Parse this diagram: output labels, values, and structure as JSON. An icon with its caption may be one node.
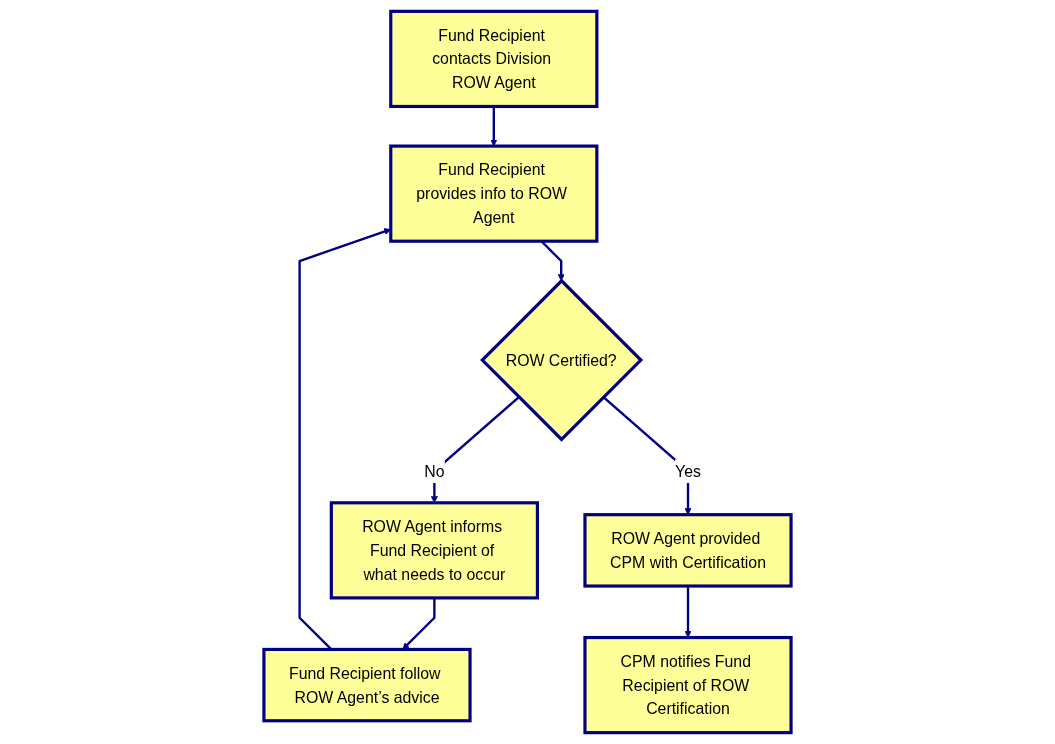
{
  "diagram": {
    "nodes": [
      {
        "text": [
          "Fund Recipient contacts Division ROW Agent"
        ]
      },
      {
        "text": [
          "Fund Recipient follow ROW Agent’s advice"
        ]
      },
      {
        "text": [
          "Fund Recipient provides info to ROW Agent"
        ]
      },
      {
        "text": [
          "CPM notifies Fund Recipient of ROW Certification"
        ]
      },
      {
        "text": [
          "ROW Certified?"
        ]
      },
      {
        "text": [
          "ROW Agent informs Fund Recipient of what needs to occur"
        ]
      },
      {
        "text": [
          "ROW Agent provided CPM with Certification"
        ]
      }
    ],
    "edges": [
      {
        "from": 0,
        "to": 2,
        "arrow": "to"
      },
      {
        "from": 1,
        "to": 2,
        "arrow": "to"
      },
      {
        "from": 2,
        "to": 4,
        "arrow": "to"
      },
      {
        "from": 4,
        "to": 5,
        "arrow": "to",
        "label": "No"
      },
      {
        "from": 4,
        "to": 6,
        "arrow": "to",
        "label": "Yes"
      },
      {
        "from": 5,
        "to": 1,
        "arrow": "to"
      },
      {
        "from": 6,
        "to": 3,
        "arrow": "to"
      }
    ]
  }
}
